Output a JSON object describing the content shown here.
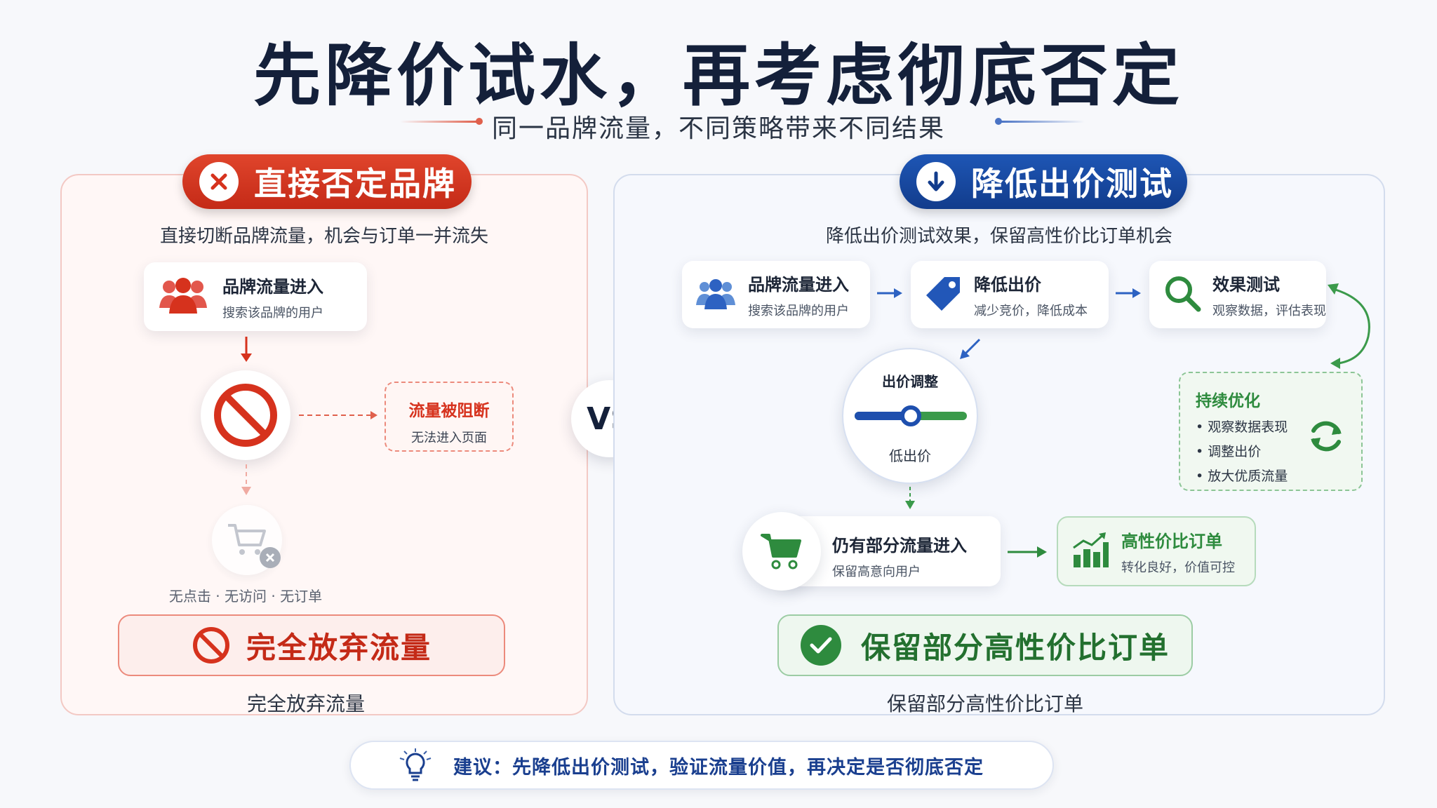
{
  "header": {
    "title": "先降价试水，再考虑彻底否定",
    "subtitle": "同一品牌流量，不同策略带来不同结果"
  },
  "left": {
    "badge": "直接否定品牌",
    "description": "直接切断品牌流量，机会与订单一并流失",
    "entry_card": {
      "title": "品牌流量进入",
      "subtitle": "搜索该品牌的用户"
    },
    "blocked_box": {
      "title": "流量被阻断",
      "subtitle": "无法进入页面"
    },
    "no_activity": "无点击 · 无访问 · 无订单",
    "result": "完全放弃流量",
    "caption": "完全放弃流量"
  },
  "vs_label": "VS",
  "right": {
    "badge": "降低出价测试",
    "description": "降低出价测试效果，保留高性价比订单机会",
    "steps": [
      {
        "title": "品牌流量进入",
        "subtitle": "搜索该品牌的用户"
      },
      {
        "title": "降低出价",
        "subtitle": "减少竞价，降低成本"
      },
      {
        "title": "效果测试",
        "subtitle": "观察数据，评估表现"
      }
    ],
    "bid_adjust": {
      "title": "出价调整",
      "label": "低出价",
      "level": 0.5
    },
    "optimize": {
      "title": "持续优化",
      "items": [
        "观察数据表现",
        "调整出价",
        "放大优质流量"
      ]
    },
    "remaining_card": {
      "title": "仍有部分流量进入",
      "subtitle": "保留高意向用户"
    },
    "value_card": {
      "title": "高性价比订单",
      "subtitle": "转化良好，价值可控"
    },
    "result": "保留部分高性价比订单",
    "caption": "保留部分高性价比订单"
  },
  "tip": "建议：先降低出价测试，验证流量价值，再决定是否彻底否定",
  "colors": {
    "red": "#d6321d",
    "blue": "#1a4aa3",
    "green": "#2e8b3e",
    "dark": "#14203a"
  }
}
